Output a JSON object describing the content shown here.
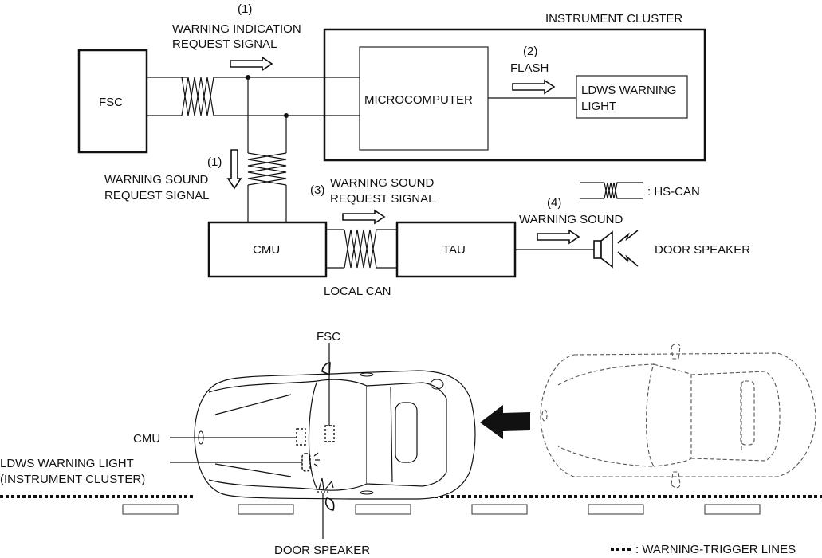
{
  "top_diagram": {
    "instrument_cluster_label": "INSTRUMENT CLUSTER",
    "fsc_label": "FSC",
    "microcomputer_label": "MICROCOMPUTER",
    "ldws_light_label_line1": "LDWS WARNING",
    "ldws_light_label_line2": "LIGHT",
    "cmu_label": "CMU",
    "tau_label": "TAU",
    "local_can_label": "LOCAL CAN",
    "door_speaker_label": "DOOR SPEAKER",
    "step1_number": "(1)",
    "step1a_line1": "WARNING INDICATION",
    "step1a_line2": "REQUEST SIGNAL",
    "step1b_number": "(1)",
    "step1b_line1": "WARNING SOUND",
    "step1b_line2": "REQUEST SIGNAL",
    "step2_number": "(2)",
    "step2_label": "FLASH",
    "step3_number": "(3)",
    "step3_line1": "WARNING SOUND",
    "step3_line2": "REQUEST SIGNAL",
    "step4_number": "(4)",
    "step4_label": "WARNING SOUND",
    "legend_hscan": ": HS-CAN"
  },
  "bottom_diagram": {
    "fsc_label": "FSC",
    "cmu_label": "CMU",
    "ldws_line1": "LDWS WARNING LIGHT",
    "ldws_line2": "(INSTRUMENT CLUSTER)",
    "door_speaker_label": "DOOR SPEAKER",
    "legend_trigger": ": WARNING-TRIGGER LINES"
  }
}
